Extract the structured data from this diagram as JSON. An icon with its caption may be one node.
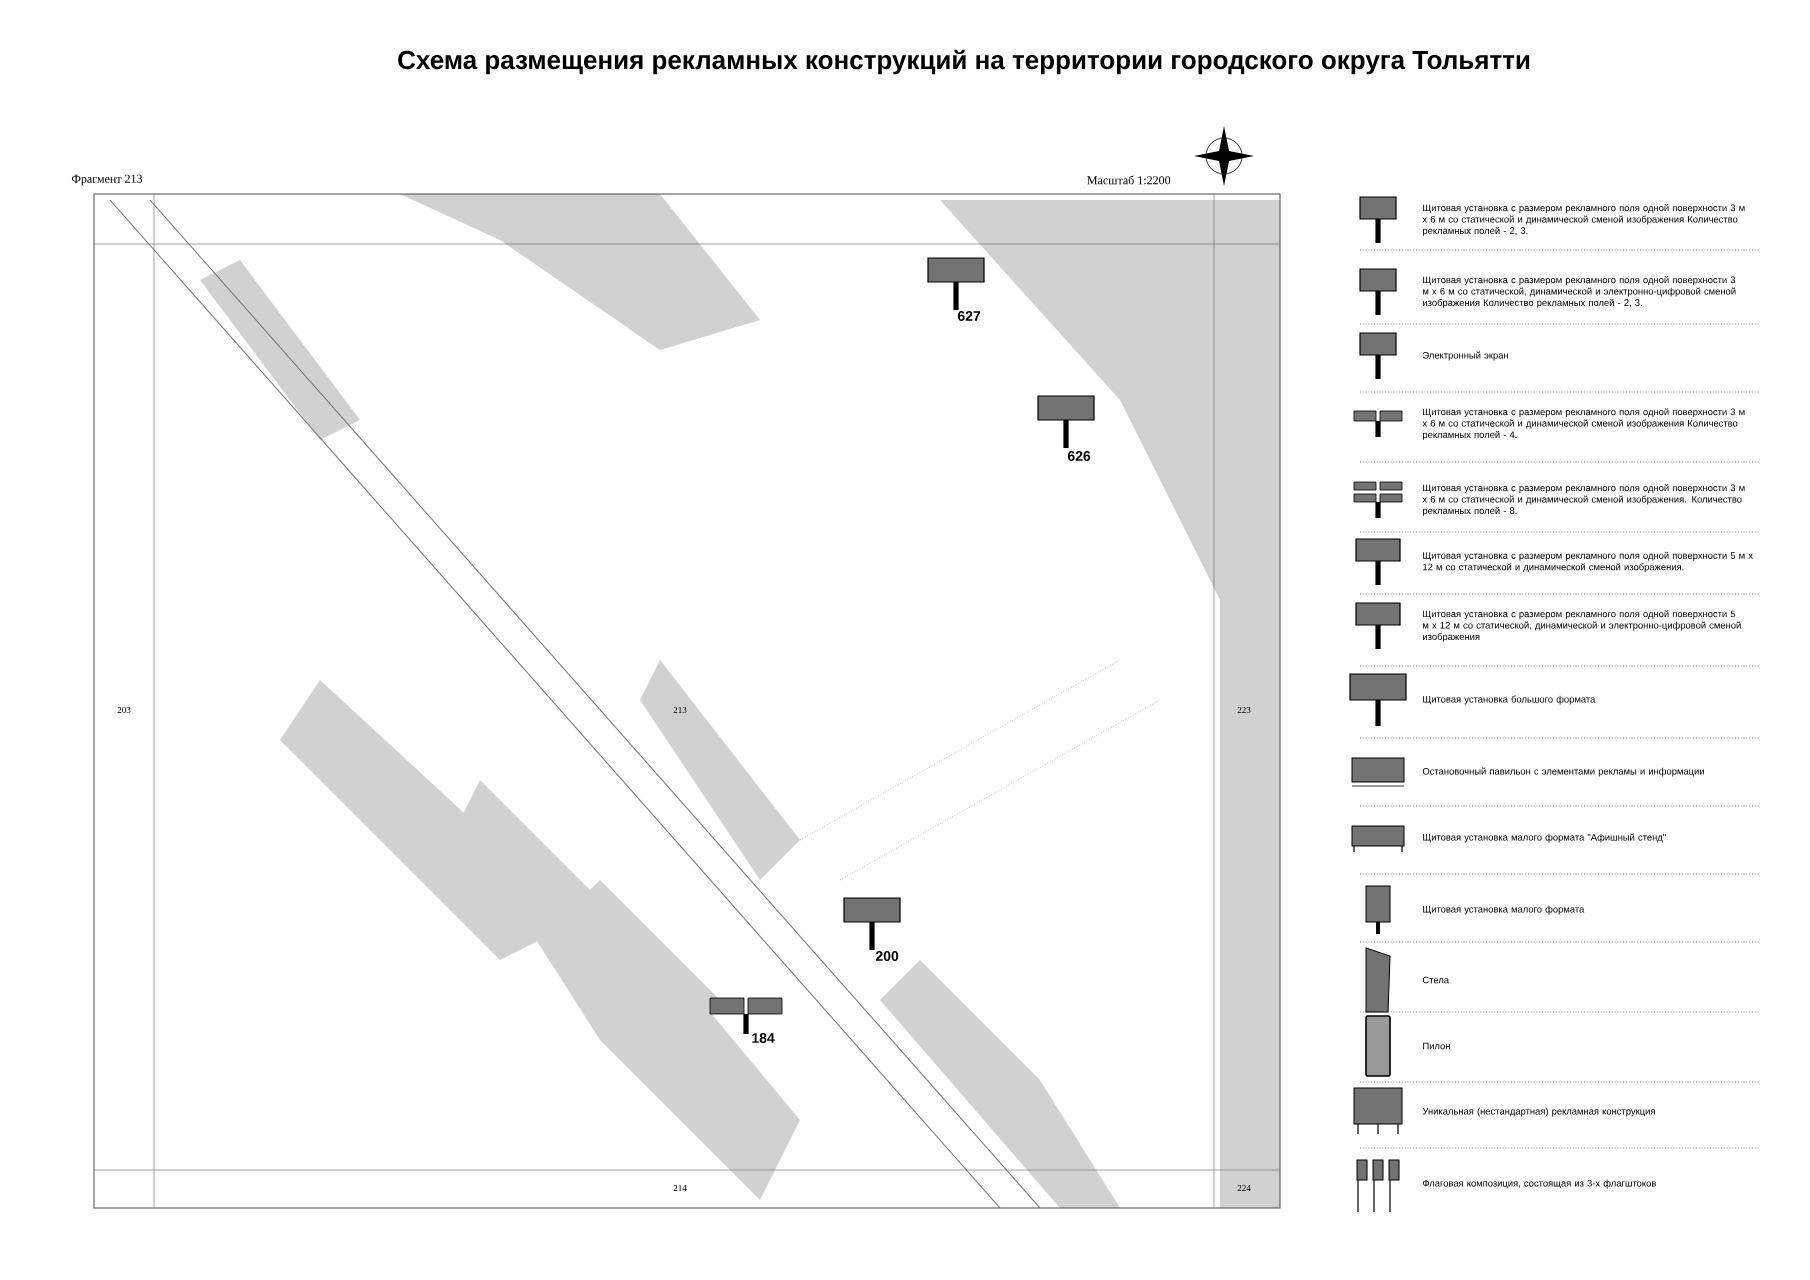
{
  "diagram": {
    "title": "Схема размещения рекламных конструкций на территории городского округа Тольятти",
    "labels": [
      "Фрагмент 213",
      "Масштаб 1:2200",
      "627",
      "626",
      "203",
      "213",
      "223",
      "200",
      "184",
      "214",
      "224"
    ],
    "legend": [
      {
        "text": "Щитовая установка с размером рекламного поля одной поверхности 3 м х 6 м со статической и динамической сменой изображения Количество рекламных полей - 2, 3."
      },
      {
        "text": "Щитовая установка с размером рекламного поля одной поверхности 3 м х 6 м со статической, динамической и электронно-цифровой сменой изображения Количество рекламных полей - 2, 3."
      },
      {
        "text": "Электронный экран"
      },
      {
        "text": "Щитовая установка с размером рекламного поля одной поверхности 3 м х 6 м со статической и динамической сменой изображения Количество рекламных полей - 4."
      },
      {
        "text": "Щитовая установка с размером рекламного поля одной поверхности 3 м х 6 м со статической и динамической сменой изображения. Количество рекламных полей - 8."
      },
      {
        "text": "Щитовая установка с размером рекламного поля одной поверхности 5 м х 12 м со статической и динамической сменой изображения."
      },
      {
        "text": "Щитовая установка с размером рекламного поля одной поверхности 5 м х 12 м со статической, динамической и электронно-цифровой сменой изображения"
      },
      {
        "text": "Щитовая установка большого формата"
      },
      {
        "text": "Остановочный павильон с элементами рекламы и информации"
      },
      {
        "text": "Щитовая установка малого формата \"Афишный стенд\""
      },
      {
        "text": "Щитовая установка малого формата"
      },
      {
        "text": "Стела"
      },
      {
        "text": "Пилон"
      },
      {
        "text": "Уникальная (нестандартная) рекламная конструкция"
      },
      {
        "text": "Флаговая композиция, состоящая из 3-х флагштоков"
      }
    ]
  }
}
